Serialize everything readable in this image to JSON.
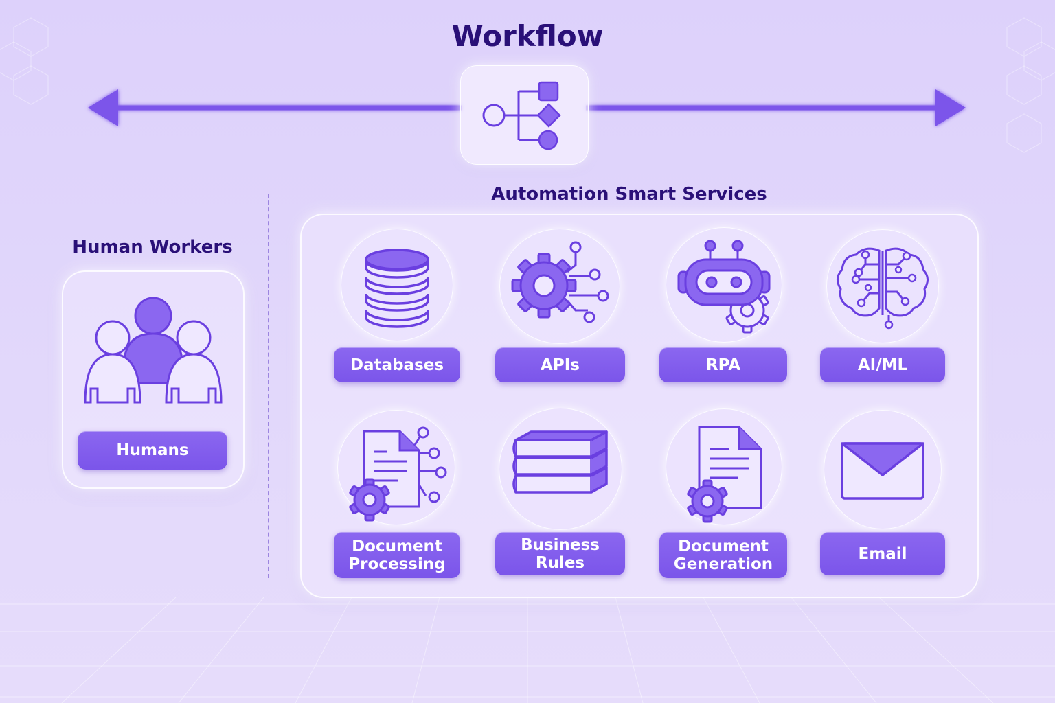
{
  "title": "Workflow",
  "human_section": {
    "title": "Human Workers",
    "label": "Humans",
    "icon": "people-group-icon"
  },
  "automation_section": {
    "title": "Automation Smart Services",
    "services": [
      {
        "label": "Databases",
        "icon": "database-icon"
      },
      {
        "label": "APIs",
        "icon": "gear-network-icon"
      },
      {
        "label": "RPA",
        "icon": "robot-icon"
      },
      {
        "label": "AI/ML",
        "icon": "brain-circuit-icon"
      },
      {
        "label": "Document\nProcessing",
        "icon": "document-gear-icon"
      },
      {
        "label": "Business Rules",
        "icon": "books-icon"
      },
      {
        "label": "Document\nGeneration",
        "icon": "document-generation-icon"
      },
      {
        "label": "Email",
        "icon": "envelope-icon"
      }
    ]
  },
  "workflow_icon": "flowchart-icon",
  "colors": {
    "accent": "#7b55ea",
    "title": "#2a1078",
    "icon_stroke": "#6a3fe0",
    "background": "#ddd1fb"
  }
}
